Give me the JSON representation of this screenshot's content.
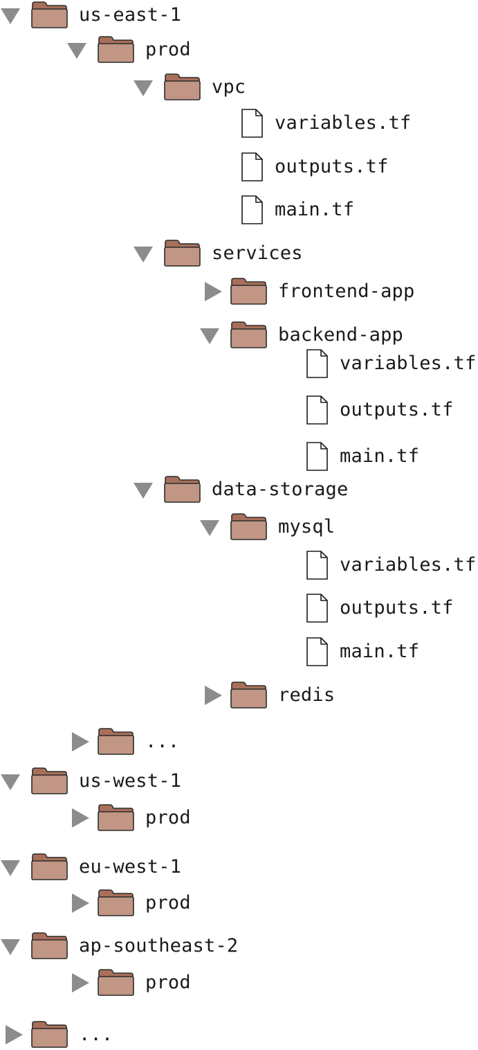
{
  "colors": {
    "folder": "#c19684",
    "folder_tab": "#a8705b",
    "folder_outline": "#2b2b2b",
    "toggle": "#8c8c8c",
    "file_fill": "#ffffff",
    "file_outline": "#1a1a1a"
  },
  "tree": [
    {
      "type": "folder",
      "label": "us-east-1",
      "expanded": true,
      "depth": 0
    },
    {
      "type": "folder",
      "label": "prod",
      "expanded": true,
      "depth": 1
    },
    {
      "type": "folder",
      "label": "vpc",
      "expanded": true,
      "depth": 2
    },
    {
      "type": "file",
      "label": "variables.tf",
      "depth": 3
    },
    {
      "type": "file",
      "label": "outputs.tf",
      "depth": 3
    },
    {
      "type": "file",
      "label": "main.tf",
      "depth": 3
    },
    {
      "type": "folder",
      "label": "services",
      "expanded": true,
      "depth": 2
    },
    {
      "type": "folder",
      "label": "frontend-app",
      "expanded": false,
      "depth": 3
    },
    {
      "type": "folder",
      "label": "backend-app",
      "expanded": true,
      "depth": 3
    },
    {
      "type": "file",
      "label": "variables.tf",
      "depth": 4
    },
    {
      "type": "file",
      "label": "outputs.tf",
      "depth": 4
    },
    {
      "type": "file",
      "label": "main.tf",
      "depth": 4
    },
    {
      "type": "folder",
      "label": "data-storage",
      "expanded": true,
      "depth": 2
    },
    {
      "type": "folder",
      "label": "mysql",
      "expanded": true,
      "depth": 3
    },
    {
      "type": "file",
      "label": "variables.tf",
      "depth": 4
    },
    {
      "type": "file",
      "label": "outputs.tf",
      "depth": 4
    },
    {
      "type": "file",
      "label": "main.tf",
      "depth": 4
    },
    {
      "type": "folder",
      "label": "redis",
      "expanded": false,
      "depth": 3
    },
    {
      "type": "folder",
      "label": "...",
      "expanded": false,
      "depth": 1
    },
    {
      "type": "folder",
      "label": "us-west-1",
      "expanded": true,
      "depth": 0
    },
    {
      "type": "folder",
      "label": "prod",
      "expanded": false,
      "depth": 1
    },
    {
      "type": "folder",
      "label": "eu-west-1",
      "expanded": true,
      "depth": 0
    },
    {
      "type": "folder",
      "label": "prod",
      "expanded": false,
      "depth": 1
    },
    {
      "type": "folder",
      "label": "ap-southeast-2",
      "expanded": true,
      "depth": 0
    },
    {
      "type": "folder",
      "label": "prod",
      "expanded": false,
      "depth": 1
    },
    {
      "type": "folder",
      "label": "...",
      "expanded": false,
      "depth": 0
    }
  ]
}
